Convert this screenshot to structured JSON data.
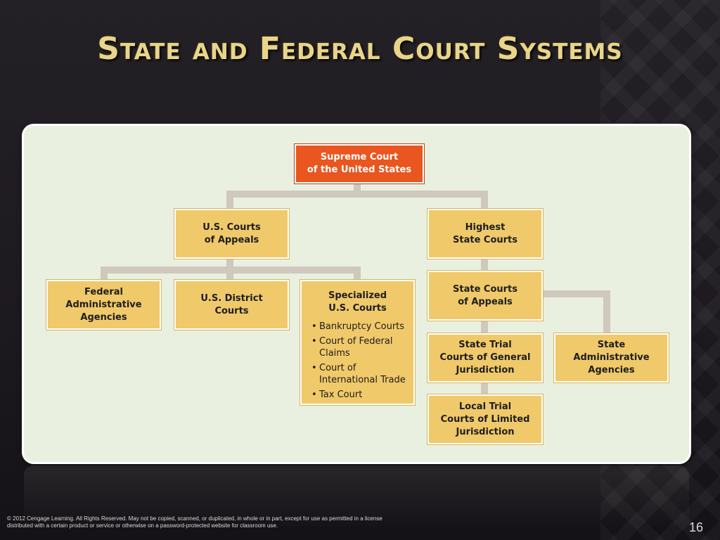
{
  "title": "State and Federal Court Systems",
  "nodes": {
    "supreme_court": [
      "Supreme Court",
      "of the United States"
    ],
    "us_courts_of_appeals": [
      "U.S. Courts",
      "of Appeals"
    ],
    "highest_state_courts": [
      "Highest",
      "State Courts"
    ],
    "federal_admin_agencies": [
      "Federal",
      "Administrative",
      "Agencies"
    ],
    "us_district_courts": [
      "U.S. District",
      "Courts"
    ],
    "specialized": {
      "heading": [
        "Specialized",
        "U.S. Courts"
      ],
      "items": [
        [
          "Bankruptcy Courts"
        ],
        [
          "Court of Federal",
          "Claims"
        ],
        [
          "Court of",
          "International Trade"
        ],
        [
          "Tax Court"
        ]
      ]
    },
    "state_courts_of_appeals": [
      "State Courts",
      "of Appeals"
    ],
    "state_trial_general": [
      "State Trial",
      "Courts of General",
      "Jurisdiction"
    ],
    "state_admin_agencies": [
      "State",
      "Administrative",
      "Agencies"
    ],
    "local_trial_limited": [
      "Local Trial",
      "Courts of Limited",
      "Jurisdiction"
    ]
  },
  "footer": {
    "copyright": "© 2012 Cengage Learning. All Rights Reserved. May not be copied, scanned, or duplicated, in whole or in part, except for use as permitted in a license distributed with a certain product or service or otherwise on a password-protected website for classroom use.",
    "page_number": "16"
  },
  "colors": {
    "background": "#1d1a1f",
    "title": "#e9d58a",
    "panel": "#eaf0df",
    "box_fill": "#f0c96a",
    "top_box_fill": "#e9561f",
    "connector": "#cfc8bc"
  }
}
